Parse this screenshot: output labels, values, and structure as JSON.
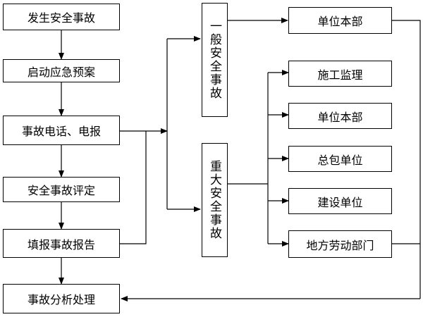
{
  "left": {
    "occur": "发生安全事故",
    "start": "启动应急预案",
    "report_call": "事故电话、电报",
    "evaluate": "安全事故评定",
    "fill_report": "填报事故报告",
    "analysis": "事故分析处理"
  },
  "middle": {
    "general": "一般安全事故",
    "major": "重大安全事故"
  },
  "right": {
    "unit_hq_top": "单位本部",
    "supervision": "施工监理",
    "unit_hq": "单位本部",
    "general_contractor": "总包单位",
    "construction_unit": "建设单位",
    "local_labor": "地方劳动部门"
  }
}
